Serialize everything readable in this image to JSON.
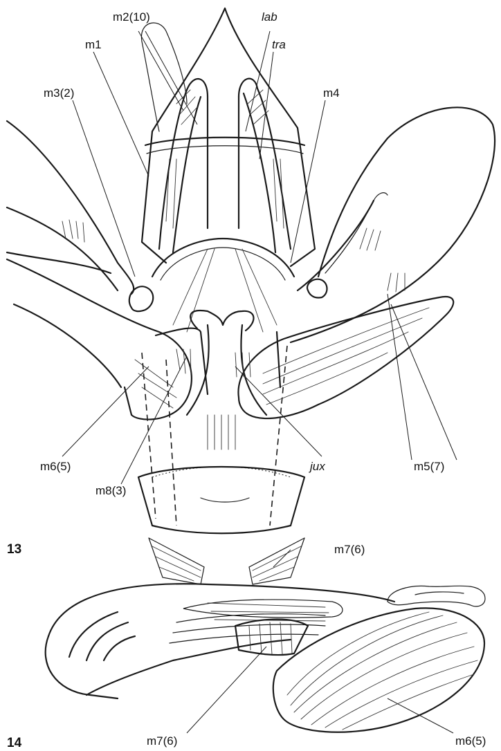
{
  "figures": [
    {
      "number": "13",
      "labels": {
        "m2": "m2(10)",
        "lab": "lab",
        "m1": "m1",
        "tra": "tra",
        "m3": "m3(2)",
        "m4": "m4",
        "m6": "m6(5)",
        "jux": "jux",
        "m5": "m5(7)",
        "m8": "m8(3)",
        "m7": "m7(6)"
      }
    },
    {
      "number": "14",
      "labels": {
        "m7": "m7(6)",
        "m6": "m6(5)"
      }
    }
  ]
}
